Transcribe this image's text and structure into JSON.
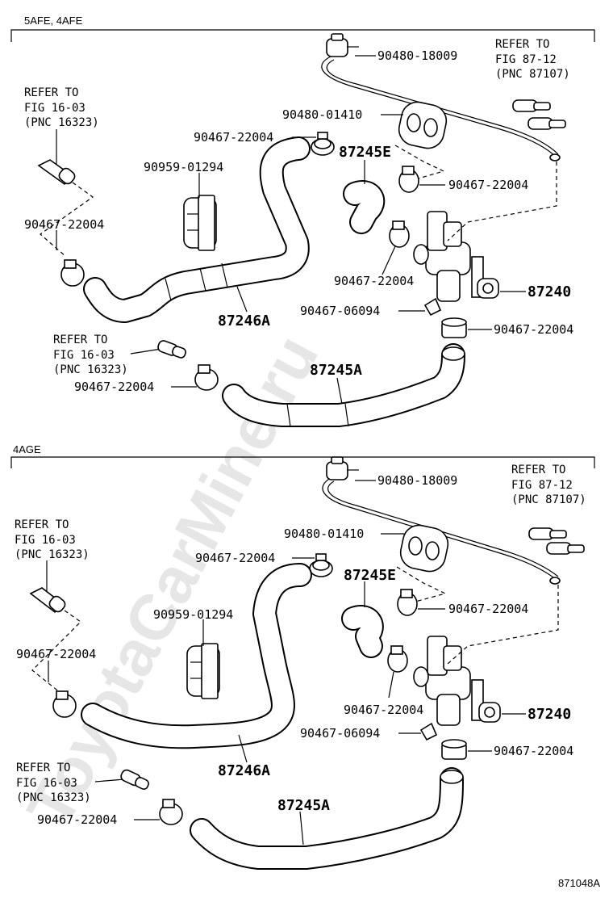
{
  "diagram": {
    "watermark": "ToyotaCarMine.ru",
    "figure_code": "871048A",
    "sections": [
      {
        "header": "5AFE, 4AFE",
        "labels": {
          "p9048018009": "90480-18009",
          "refer_fig87_line1": "REFER TO",
          "refer_fig87_line2": "FIG 87-12",
          "refer_fig87_line3": "(PNC 87107)",
          "refer_fig16a_line1": "REFER TO",
          "refer_fig16a_line2": "FIG 16-03",
          "refer_fig16a_line3": "(PNC 16323)",
          "p9048001410": "90480-01410",
          "p9046722004_a": "90467-22004",
          "p87245E": "87245E",
          "p9095901294": "90959-01294",
          "p9046722004_b": "90467-22004",
          "p9046722004_c": "90467-22004",
          "p9046722004_d": "90467-22004",
          "p87240": "87240",
          "p9046706094": "90467-06094",
          "p87246A": "87246A",
          "p9046722004_e": "90467-22004",
          "refer_fig16b_line1": "REFER TO",
          "refer_fig16b_line2": "FIG 16-03",
          "refer_fig16b_line3": "(PNC 16323)",
          "p87245A": "87245A",
          "p9046722004_f": "90467-22004"
        }
      },
      {
        "header": "4AGE",
        "labels": {
          "p9048018009": "90480-18009",
          "refer_fig87_line1": "REFER TO",
          "refer_fig87_line2": "FIG 87-12",
          "refer_fig87_line3": "(PNC 87107)",
          "refer_fig16a_line1": "REFER TO",
          "refer_fig16a_line2": "FIG 16-03",
          "refer_fig16a_line3": "(PNC 16323)",
          "p9048001410": "90480-01410",
          "p9046722004_a": "90467-22004",
          "p87245E": "87245E",
          "p9095901294": "90959-01294",
          "p9046722004_b": "90467-22004",
          "p9046722004_c": "90467-22004",
          "p9046722004_d": "90467-22004",
          "p87240": "87240",
          "p9046706094": "90467-06094",
          "p87246A": "87246A",
          "p9046722004_e": "90467-22004",
          "refer_fig16b_line1": "REFER TO",
          "refer_fig16b_line2": "FIG 16-03",
          "refer_fig16b_line3": "(PNC 16323)",
          "p87245A": "87245A",
          "p9046722004_f": "90467-22004"
        }
      }
    ]
  }
}
